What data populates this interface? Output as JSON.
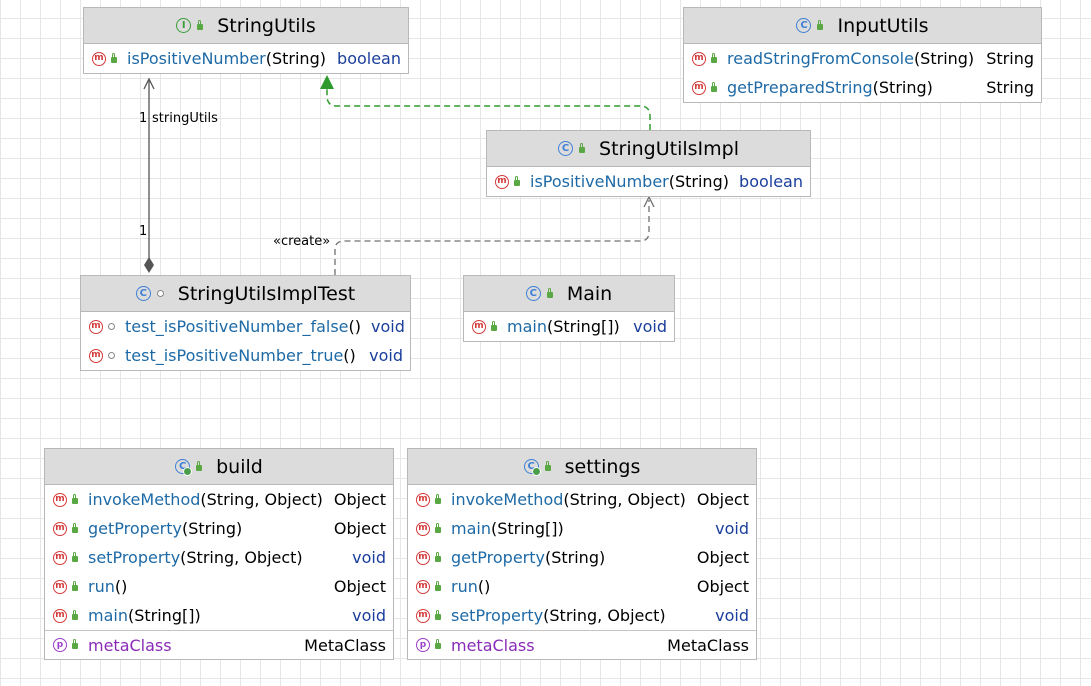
{
  "classes": {
    "string_utils": {
      "name": "StringUtils",
      "kind_icon": "interface-icon",
      "methods": [
        {
          "name": "isPositiveNumber",
          "params": "(String)",
          "type": "boolean"
        }
      ]
    },
    "input_utils": {
      "name": "InputUtils",
      "kind_icon": "class-icon",
      "methods": [
        {
          "name": "readStringFromConsole",
          "params": "(String)",
          "type": "String"
        },
        {
          "name": "getPreparedString",
          "params": "(String)",
          "type": "String"
        }
      ]
    },
    "string_utils_impl": {
      "name": "StringUtilsImpl",
      "kind_icon": "class-icon",
      "methods": [
        {
          "name": "isPositiveNumber",
          "params": "(String)",
          "type": "boolean"
        }
      ]
    },
    "string_utils_impl_test": {
      "name": "StringUtilsImplTest",
      "kind_icon": "class-icon",
      "methods": [
        {
          "name": "test_isPositiveNumber_false",
          "params": "()",
          "type": "void"
        },
        {
          "name": "test_isPositiveNumber_true",
          "params": "()",
          "type": "void"
        }
      ]
    },
    "main": {
      "name": "Main",
      "kind_icon": "class-icon",
      "methods": [
        {
          "name": "main",
          "params": "(String[])",
          "type": "void"
        }
      ]
    },
    "build": {
      "name": "build",
      "kind_icon": "script-class-icon",
      "methods": [
        {
          "name": "invokeMethod",
          "params": "(String, Object)",
          "type": "Object"
        },
        {
          "name": "getProperty",
          "params": "(String)",
          "type": "Object"
        },
        {
          "name": "setProperty",
          "params": "(String, Object)",
          "type": "void"
        },
        {
          "name": "run",
          "params": "()",
          "type": "Object"
        },
        {
          "name": "main",
          "params": "(String[])",
          "type": "void"
        }
      ],
      "fields": [
        {
          "name": "metaClass",
          "type": "MetaClass"
        }
      ]
    },
    "settings": {
      "name": "settings",
      "kind_icon": "script-class-icon",
      "methods": [
        {
          "name": "invokeMethod",
          "params": "(String, Object)",
          "type": "Object"
        },
        {
          "name": "main",
          "params": "(String[])",
          "type": "void"
        },
        {
          "name": "getProperty",
          "params": "(String)",
          "type": "Object"
        },
        {
          "name": "run",
          "params": "()",
          "type": "Object"
        },
        {
          "name": "setProperty",
          "params": "(String, Object)",
          "type": "void"
        }
      ],
      "fields": [
        {
          "name": "metaClass",
          "type": "MetaClass"
        }
      ]
    }
  },
  "edges": {
    "association_role": "stringUtils",
    "association_multiplicity_top": "1",
    "association_multiplicity_bottom": "1",
    "dependency_stereotype": "«create»"
  },
  "colors": {
    "header_bg": "#dcdcdc",
    "border": "#b8b8b8",
    "method_name": "#1e6aa6",
    "property_name": "#8a2bb8",
    "primitive_type": "#1a3e9c",
    "realization_arrow": "#2e9a2e",
    "dependency_arrow": "#707070"
  }
}
